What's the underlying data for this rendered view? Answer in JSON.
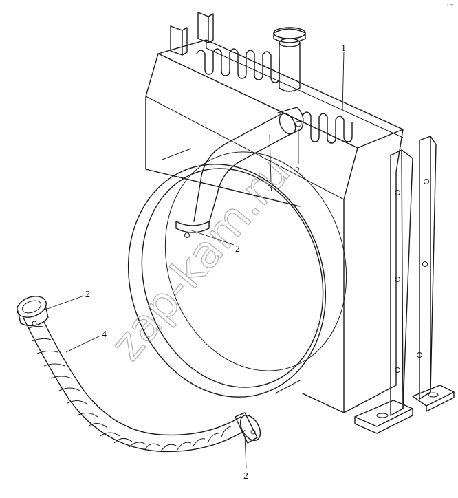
{
  "figure": {
    "corner_mark": "г–",
    "watermark": "zap-kam.ru",
    "callouts": {
      "radiator": "1",
      "clamp_top": "2",
      "clamp_pipe_bend": "2",
      "clamp_hose_top": "2",
      "clamp_hose_bottom": "2",
      "pipe": "3",
      "hose": "4"
    }
  }
}
